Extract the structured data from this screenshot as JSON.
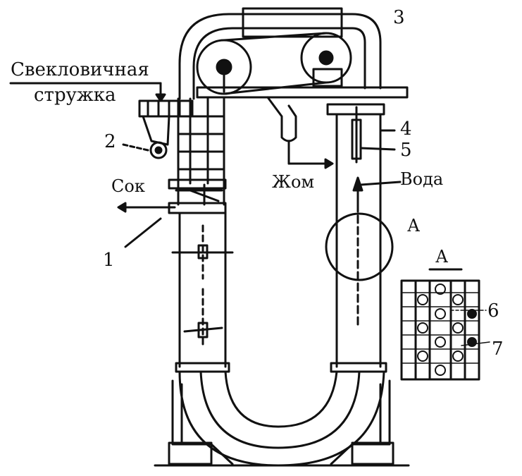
{
  "labels": {
    "beet_line1": "Свекловичная",
    "beet_line2": "стружка",
    "juice": "Сок",
    "pulp": "Жом",
    "water": "Вода",
    "n1": "1",
    "n2": "2",
    "n3": "3",
    "n4": "4",
    "n5": "5",
    "n6": "6",
    "n7": "7",
    "section": "А",
    "detail_title": "А"
  },
  "colors": {
    "ink": "#111111",
    "paper": "#ffffff"
  }
}
